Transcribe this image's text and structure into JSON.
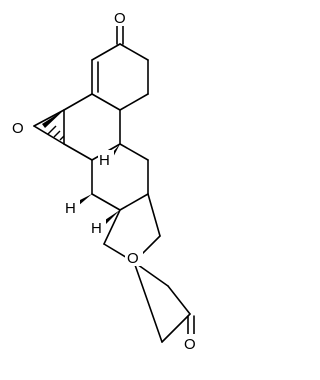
{
  "molecule": {
    "atoms": [
      {
        "id": "O-ketone",
        "label": "O"
      },
      {
        "id": "O-epoxide",
        "label": "O"
      },
      {
        "id": "H-8",
        "label": "H"
      },
      {
        "id": "H-9",
        "label": "H"
      },
      {
        "id": "H-14",
        "label": "H"
      },
      {
        "id": "O-lactone-ring",
        "label": "O"
      },
      {
        "id": "O-lactone-carbonyl",
        "label": "O"
      }
    ]
  }
}
